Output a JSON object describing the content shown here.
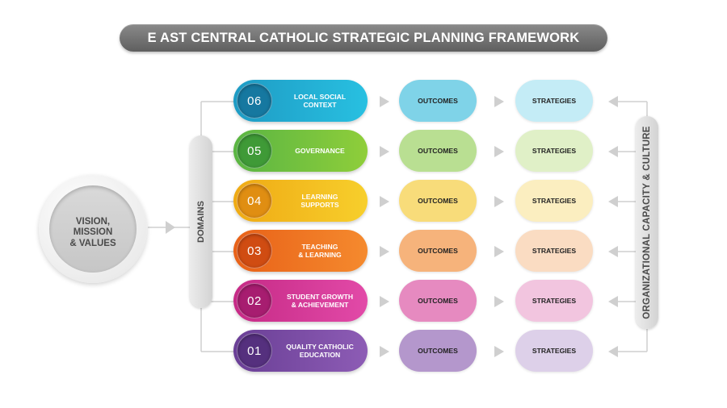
{
  "title": "E AST CENTRAL CATHOLIC STRATEGIC PLANNING FRAMEWORK",
  "vision": "VISION,\nMISSION\n& VALUES",
  "domains_label": "DOMAINS",
  "org_label": "ORGANIZATIONAL CAPACITY & CULTURE",
  "outcomes_label": "OUTCOMES",
  "strategies_label": "STRATEGIES",
  "rows": [
    {
      "number": "06",
      "label": "LOCAL SOCIAL\nCONTEXT",
      "color": "#28c0e1"
    },
    {
      "number": "05",
      "label": "GOVERNANCE",
      "color": "#8fce3a"
    },
    {
      "number": "04",
      "label": "LEARNING\nSUPPORTS",
      "color": "#f7cf2c"
    },
    {
      "number": "03",
      "label": "TEACHING\n& LEARNING",
      "color": "#f58a2e"
    },
    {
      "number": "02",
      "label": "STUDENT GROWTH\n& ACHIEVEMENT",
      "color": "#e24aa8"
    },
    {
      "number": "01",
      "label": "QUALITY CATHOLIC\nEDUCATION",
      "color": "#8d5cb5"
    }
  ]
}
